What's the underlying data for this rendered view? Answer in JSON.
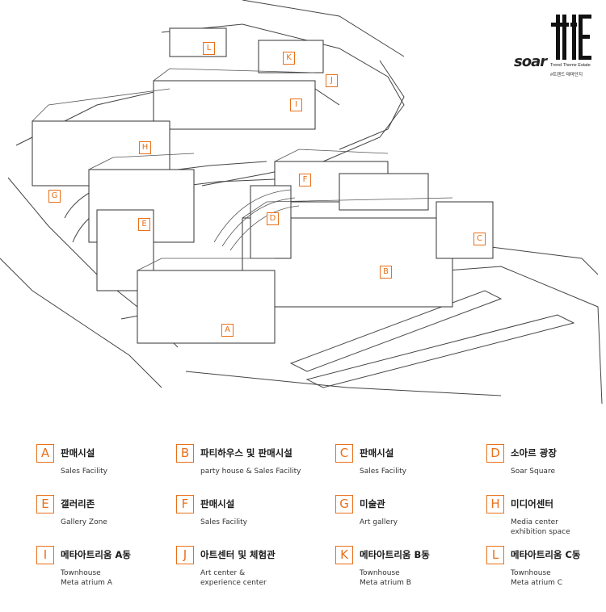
{
  "logo": {
    "word": "soar",
    "sub_en": "Trend Theme Estate",
    "sub_ko": "#트렌드 테마단지"
  },
  "map_pins": [
    "L",
    "K",
    "J",
    "I",
    "H",
    "G",
    "F",
    "E",
    "D",
    "C",
    "B",
    "A"
  ],
  "legend": [
    {
      "letter": "A",
      "ko": "판매시설",
      "en": "Sales Facility"
    },
    {
      "letter": "B",
      "ko": "파티하우스 및 판매시설",
      "en": "party house & Sales Facility"
    },
    {
      "letter": "C",
      "ko": "판매시설",
      "en": "Sales Facility"
    },
    {
      "letter": "D",
      "ko": "소아르 광장",
      "en": "Soar Square"
    },
    {
      "letter": "E",
      "ko": "갤러리존",
      "en": "Gallery Zone"
    },
    {
      "letter": "F",
      "ko": "판매시설",
      "en": "Sales Facility"
    },
    {
      "letter": "G",
      "ko": "미술관",
      "en": "Art gallery"
    },
    {
      "letter": "H",
      "ko": "미디어센터",
      "en": "Media center\nexhibition space"
    },
    {
      "letter": "I",
      "ko": "메타아트리움 A동",
      "en": "Townhouse\nMeta atrium A"
    },
    {
      "letter": "J",
      "ko": "아트센터 및 체험관",
      "en": "Art center &\nexperience center"
    },
    {
      "letter": "K",
      "ko": "메타아트리움 B동",
      "en": "Townhouse\nMeta atrium B"
    },
    {
      "letter": "L",
      "ko": "메타아트리움 C동",
      "en": "Townhouse\nMeta atrium C"
    }
  ],
  "colors": {
    "accent": "#e8701a",
    "line": "#333333"
  }
}
